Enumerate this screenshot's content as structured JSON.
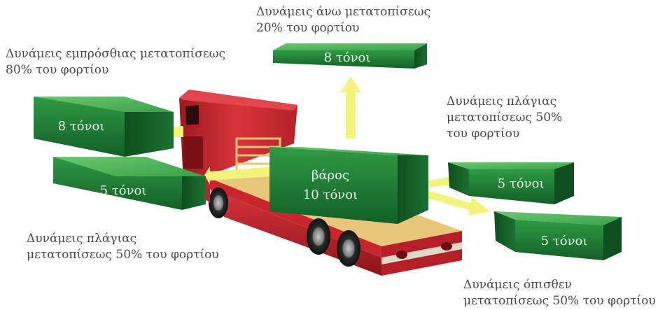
{
  "labels": {
    "up": [
      "Δυνάμεις άνω μετατοπίσεως",
      "20% του φορτίου"
    ],
    "front": [
      "Δυνάμεις εμπρόσθιας μετατοπίσεως",
      "80% του φορτίου"
    ],
    "side_right": [
      "Δυνάμεις πλάγιας",
      "μετατοπίσεως 50%",
      "του φορτίου"
    ],
    "side_left": [
      "Δυνάμεις πλάγιας",
      "μετατοπίσεως 50% του φορτίου"
    ],
    "rear": [
      "Δυνάμεις όπισθεν",
      "μετατοπίσεως 50% του φορτίου"
    ]
  },
  "boxes": {
    "up": "8 τόνοι",
    "front": "8 τόνοι",
    "left_side": "5 τόνοι",
    "right_side": "5 τόνοι",
    "rear": "5 τόνοι",
    "cargo_line1": "βάρος",
    "cargo_line2": "10 τόνοι"
  },
  "colors": {
    "box_top": "#4fb85a",
    "box_front": "#1f7a34",
    "box_side": "#125a24",
    "arrow": "#f3f27a",
    "truck_red": "#c8252e",
    "truck_dark_red": "#8e141b",
    "trailer_bed": "#e9c97a",
    "label_text": "#4a4a4a"
  }
}
